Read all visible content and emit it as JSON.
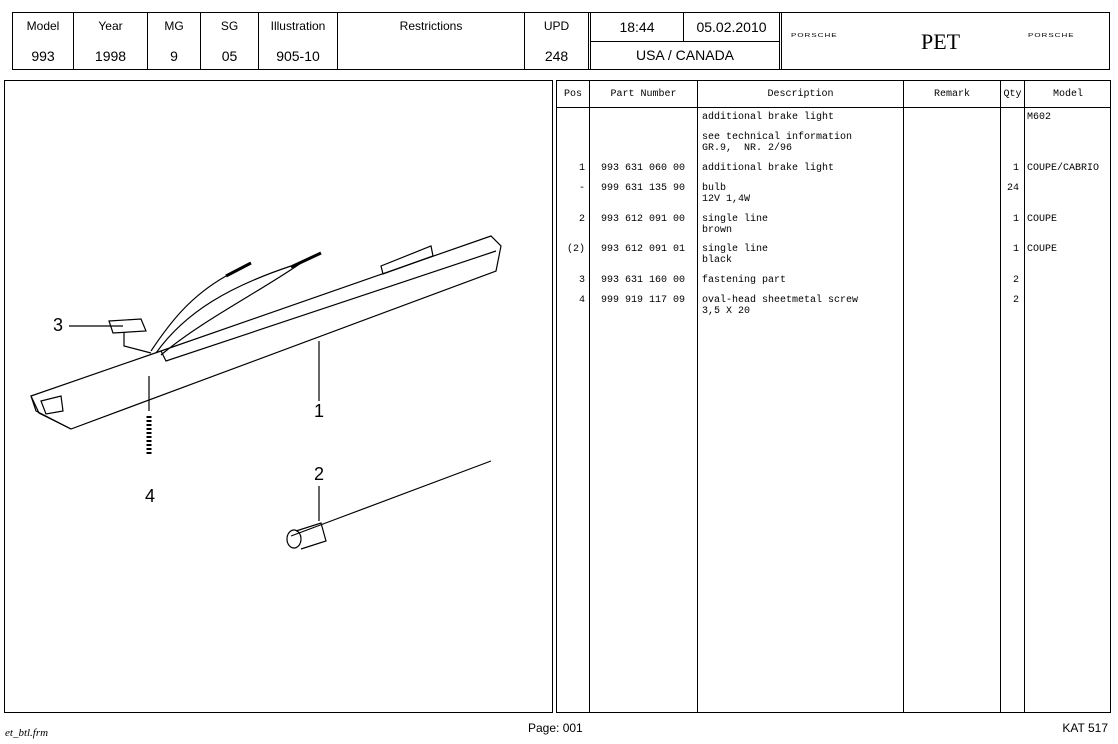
{
  "header": {
    "columns": [
      {
        "label": "Model",
        "value": "993"
      },
      {
        "label": "Year",
        "value": "1998"
      },
      {
        "label": "MG",
        "value": "9"
      },
      {
        "label": "SG",
        "value": "05"
      },
      {
        "label": "Illustration",
        "value": "905-10"
      },
      {
        "label": "Restrictions",
        "value": ""
      },
      {
        "label": "UPD",
        "value": "248"
      }
    ],
    "time": "18:44",
    "date": "05.02.2010",
    "region": "USA / CANADA",
    "logo_left": "PORSCHE",
    "logo_center": "PET",
    "logo_right": "PORSCHE"
  },
  "drawing": {
    "callouts": [
      "1",
      "2",
      "3",
      "4"
    ]
  },
  "table": {
    "headers": [
      "Pos",
      "Part Number",
      "Description",
      "Remark",
      "Qty",
      "Model"
    ],
    "rows": [
      {
        "pos": "",
        "part": "",
        "desc": "additional brake light",
        "desc2": "",
        "remark": "",
        "qty": "",
        "model": "M602"
      },
      {
        "pos": "",
        "part": "",
        "desc": "see technical information",
        "desc2": "GR.9,  NR. 2/96",
        "remark": "",
        "qty": "",
        "model": ""
      },
      {
        "pos": "1",
        "part": "993 631 060 00",
        "desc": "additional brake light",
        "desc2": "",
        "remark": "",
        "qty": "1",
        "model": "COUPE/CABRIO"
      },
      {
        "pos": "-",
        "part": "999 631 135 90",
        "desc": "bulb",
        "desc2": "12V 1,4W",
        "remark": "",
        "qty": "24",
        "model": ""
      },
      {
        "pos": "2",
        "part": "993 612 091 00",
        "desc": "single line",
        "desc2": "brown",
        "remark": "",
        "qty": "1",
        "model": "COUPE"
      },
      {
        "pos": "(2)",
        "part": "993 612 091 01",
        "desc": "single line",
        "desc2": "black",
        "remark": "",
        "qty": "1",
        "model": "COUPE"
      },
      {
        "pos": "3",
        "part": "993 631 160 00",
        "desc": "fastening part",
        "desc2": "",
        "remark": "",
        "qty": "2",
        "model": ""
      },
      {
        "pos": "4",
        "part": "999 919 117 09",
        "desc": "oval-head sheetmetal screw",
        "desc2": "3,5 X 20",
        "remark": "",
        "qty": "2",
        "model": ""
      }
    ]
  },
  "footer": {
    "file": "et_btl.frm",
    "page": "Page: 001",
    "catalog": "KAT 517"
  }
}
